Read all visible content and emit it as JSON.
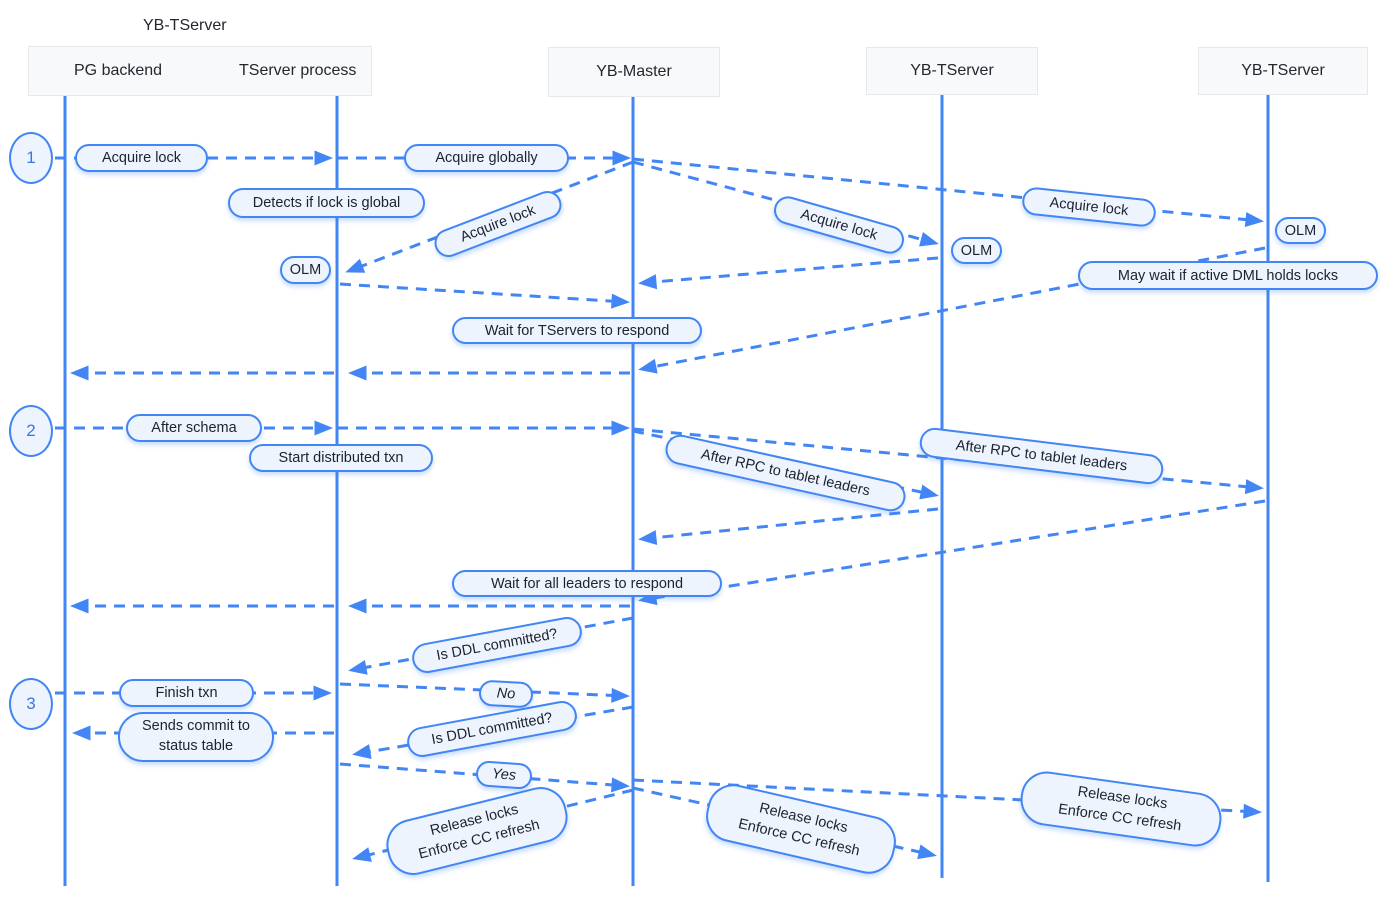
{
  "palette": {
    "accent_blue": "#4285f4",
    "pill_fill": "#edf4fe",
    "header_box_fill": "#f8f9fa",
    "header_box_border": "#e6e8ee",
    "text": "#20242c"
  },
  "group": {
    "label": "YB-TServer"
  },
  "participants": {
    "pg": "PG backend",
    "tserver_process": "TServer process",
    "master": "YB-Master",
    "tserver1": "YB-TServer",
    "tserver2": "YB-TServer"
  },
  "steps": {
    "s1": "1",
    "s2": "2",
    "s3": "3"
  },
  "messages": {
    "acquire_lock_pg": "Acquire lock",
    "acquire_globally": "Acquire globally",
    "detects_global": "Detects if lock is global",
    "acquire_lock_tsp": "Acquire lock",
    "olm_tsp": "OLM",
    "acquire_lock_ts1": "Acquire lock",
    "olm_ts1": "OLM",
    "acquire_lock_ts2": "Acquire lock",
    "olm_ts2": "OLM",
    "may_wait": "May wait if active DML holds locks",
    "wait_tservers": "Wait for TServers to respond",
    "after_schema": "After schema",
    "start_txn": "Start distributed txn",
    "after_rpc_ts1": "After RPC to tablet leaders",
    "after_rpc_ts2": "After RPC to tablet leaders",
    "wait_leaders": "Wait for all leaders to respond",
    "is_ddl_committed_1": "Is DDL committed?",
    "finish_txn": "Finish txn",
    "no": "No",
    "sends_commit": {
      "line1": "Sends commit to",
      "line2": "status table"
    },
    "is_ddl_committed_2": "Is DDL committed?",
    "yes": "Yes",
    "release_tsp": {
      "line1": "Release locks",
      "line2": "Enforce CC refresh"
    },
    "release_ts1": {
      "line1": "Release locks",
      "line2": "Enforce CC refresh"
    },
    "release_ts2": {
      "line1": "Release locks",
      "line2": "Enforce CC refresh"
    }
  }
}
